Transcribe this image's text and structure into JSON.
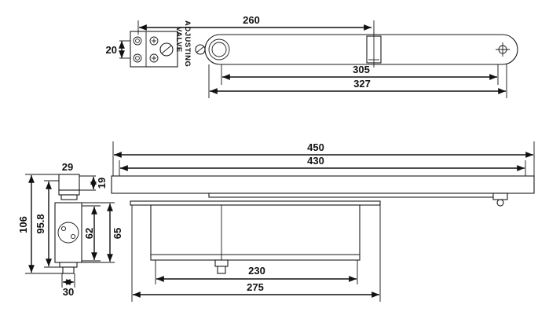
{
  "top_view": {
    "valve_label_line1": "ADJUSTING",
    "valve_label_line2": "VALVE",
    "dim_height": "20",
    "dim_arm_length": "260",
    "dim_arm_pivot": "305",
    "dim_arm_total": "327"
  },
  "side_view": {
    "dim_width": "29",
    "dim_rail_height": "19",
    "dim_total_height": "106",
    "dim_body_height": "95.8",
    "dim_bottom_width": "30",
    "dim_inner_62": "62",
    "dim_inner_65": "65"
  },
  "front_view": {
    "dim_rail_450": "450",
    "dim_rail_430": "430",
    "dim_body_230": "230",
    "dim_body_275": "275"
  }
}
